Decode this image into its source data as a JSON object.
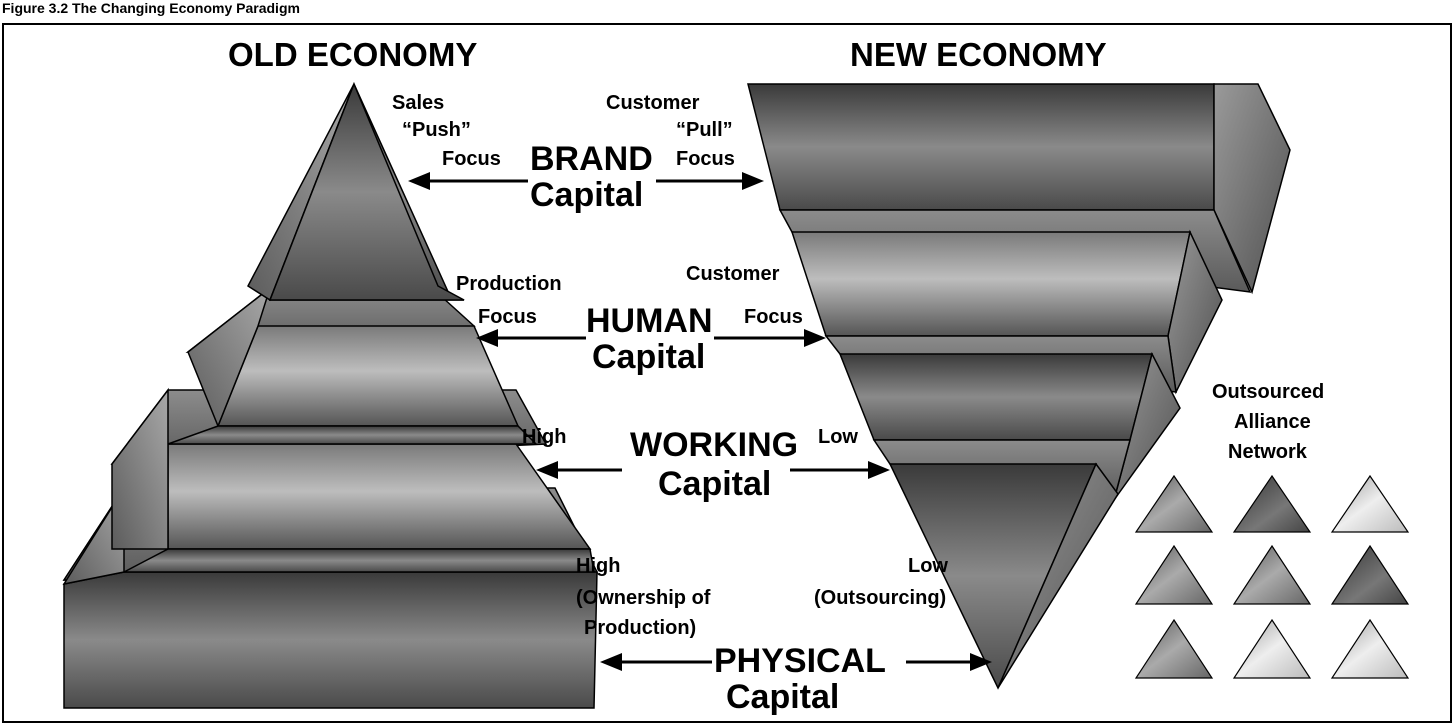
{
  "header_text": "Figure 3.2 The Changing Economy Paradigm",
  "old_economy_title": "OLD ECONOMY",
  "new_economy_title": "NEW ECONOMY",
  "brand": {
    "left_label": [
      "Sales",
      "“Push”",
      "Focus"
    ],
    "right_label": [
      "Customer",
      "“Pull”",
      "Focus"
    ],
    "center": [
      "BRAND",
      "Capital"
    ]
  },
  "human": {
    "left_label": [
      "Production",
      "Focus"
    ],
    "right_label": [
      "Customer",
      "Focus"
    ],
    "center": [
      "HUMAN",
      "Capital"
    ]
  },
  "working": {
    "left_label": "High",
    "right_label": "Low",
    "center": [
      "WORKING",
      "Capital"
    ]
  },
  "physical": {
    "left_label": [
      "High",
      "(Ownership of",
      "Production)"
    ],
    "right_label": [
      "Low",
      "(Outsourcing)"
    ],
    "center": [
      "PHYSICAL",
      "Capital"
    ]
  },
  "alliance_label": [
    "Outsourced",
    "Alliance",
    "Network"
  ]
}
